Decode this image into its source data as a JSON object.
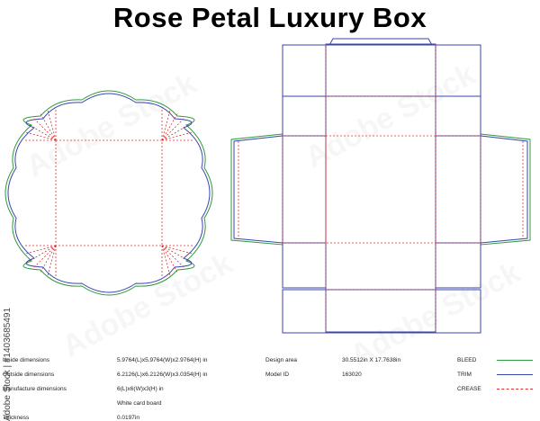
{
  "title": "Rose Petal Luxury Box",
  "watermark": "Adobe Stock",
  "stock_id": "Adobe Stock | #1403685491",
  "specs": {
    "inside_label": "Inside dimensions",
    "inside_value": "5.9764(L)x5.9764(W)x2.9764(H) in",
    "outside_label": "Outside dimensions",
    "outside_value": "6.2126(L)x6.2126(W)x3.0354(H) in",
    "manufacture_label": "Manufacture dimensions",
    "manufacture_value": "6(L)x6(W)x3(H) in",
    "material_value": "White card board",
    "thickness_label": "Thickness",
    "thickness_value": "0.0197in",
    "design_area_label": "Design area",
    "design_area_value": "30.5512in X 17.7638in",
    "model_id_label": "Model ID",
    "model_id_value": "163020"
  },
  "legend": [
    {
      "label": "BLEED",
      "color": "#2e9a3c",
      "style": "solid"
    },
    {
      "label": "TRIM",
      "color": "#3a45b0",
      "style": "solid"
    },
    {
      "label": "CREASE",
      "color": "#e03030",
      "style": "dashed"
    }
  ],
  "colors": {
    "bleed": "#2e9a3c",
    "trim": "#3a45b0",
    "crease": "#e03030"
  }
}
